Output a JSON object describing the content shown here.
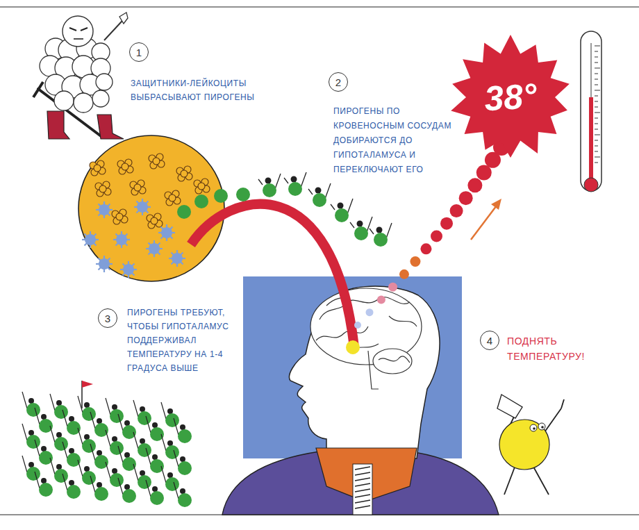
{
  "diagram": {
    "nodes": [
      {
        "text": [
          "1"
        ]
      },
      {
        "text": [
          "2"
        ]
      },
      {
        "text": [
          "38°"
        ]
      },
      {
        "text": [
          "3"
        ]
      },
      {
        "text": [
          "4"
        ]
      }
    ],
    "labels": [
      "ЗАЩИТНИКИ-ЛЕЙКОЦИТЫ ВЫБРАСЫВАЮТ ПИРОГЕНЫ",
      "ПИРОГЕНЫ ПО КРОВЕНОСНЫМ СОСУДАМ ДОБИРАЮТСЯ ДО ГИПОТАЛАМУСА И ПЕРЕКЛЮЧАЮТ ЕГО",
      "ПИРОГЕНЫ ТРЕБУЮТ, ЧТОБЫ ГИПОТАЛАМУС ПОДДЕРЖИВАЛ ТЕМПЕРАТУРУ НА 1-4 ГРАДУСА ВЫШЕ",
      "ПОДНЯТЬ ТЕМПЕРАТУРУ!"
    ]
  }
}
